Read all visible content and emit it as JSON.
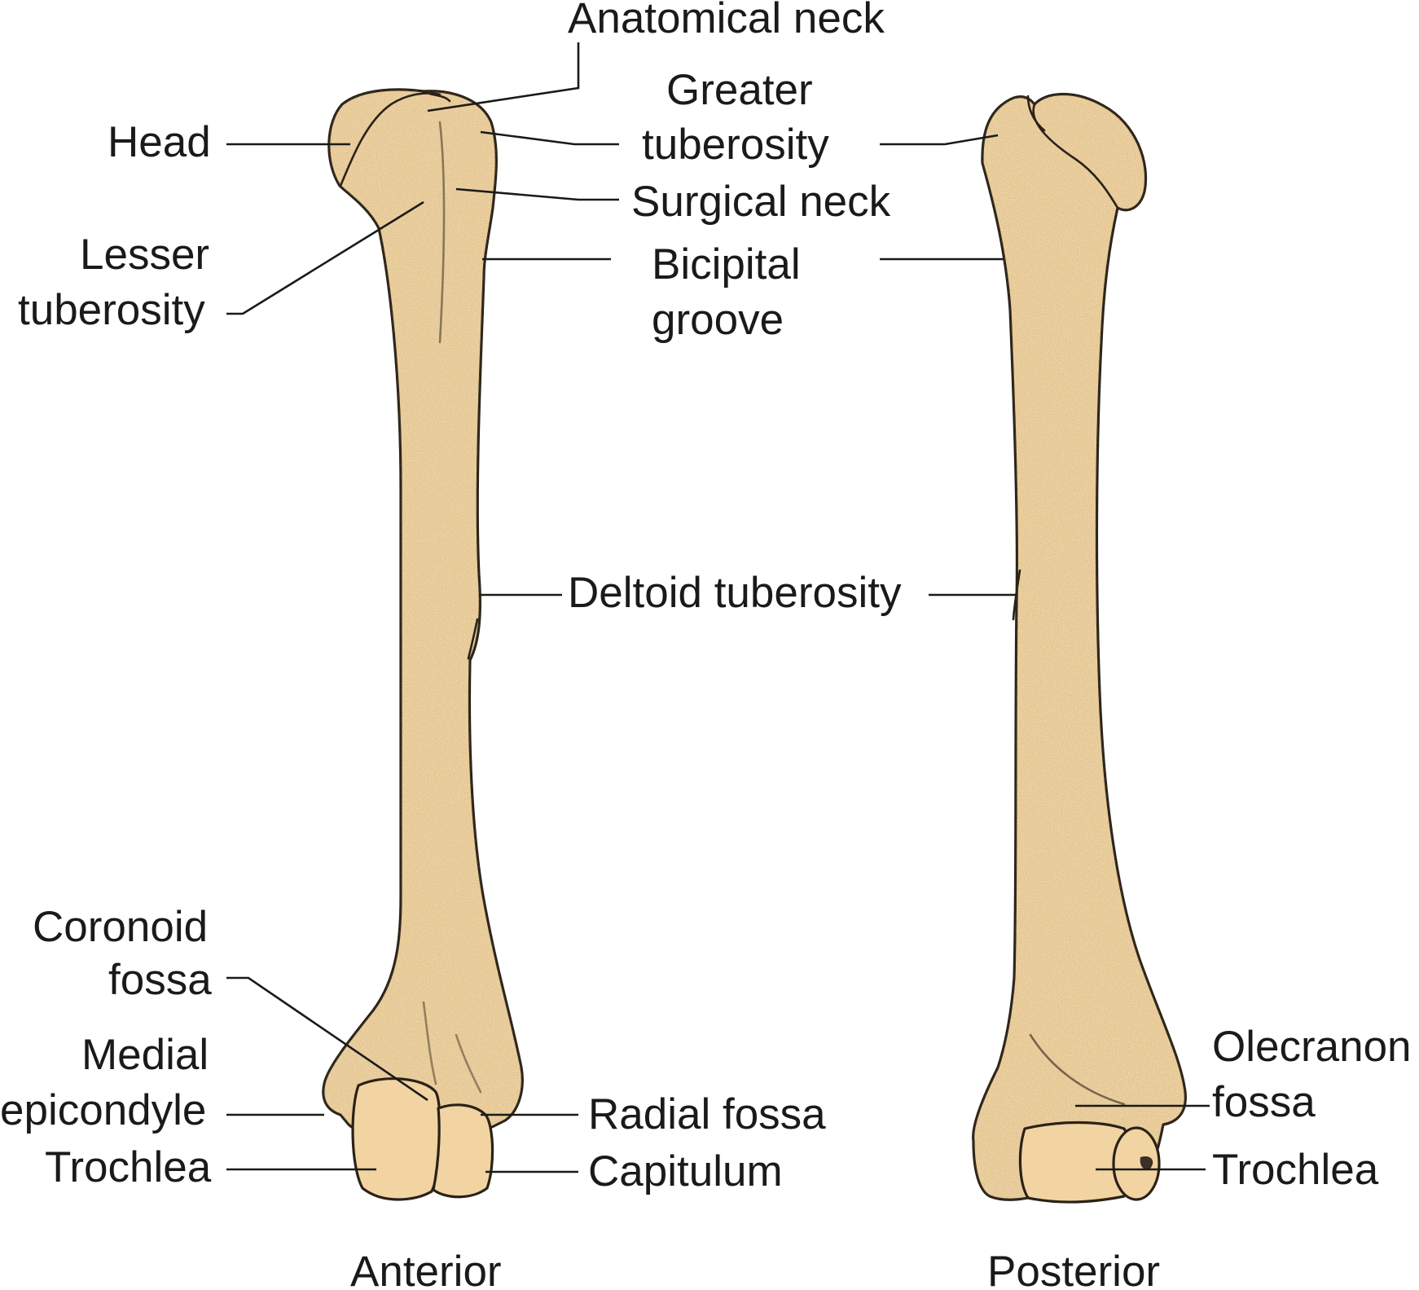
{
  "colors": {
    "bone_fill": "#f1d4a2",
    "bone_outline": "#2a2218",
    "text": "#1a1a1a"
  },
  "views": {
    "anterior": "Anterior",
    "posterior": "Posterior"
  },
  "labels": {
    "anatomical_neck": "Anatomical neck",
    "greater_tuberosity_1": "Greater",
    "greater_tuberosity_2": "tuberosity",
    "head": "Head",
    "surgical_neck": "Surgical neck",
    "lesser_tuberosity_1": "Lesser",
    "lesser_tuberosity_2": "tuberosity",
    "bicipital_groove_1": "Bicipital",
    "bicipital_groove_2": "groove",
    "deltoid_tuberosity": "Deltoid tuberosity",
    "coronoid_fossa_1": "Coronoid",
    "coronoid_fossa_2": "fossa",
    "medial_epicondyle_1": "Medial",
    "medial_epicondyle_2": "epicondyle",
    "trochlea_anterior": "Trochlea",
    "radial_fossa": "Radial fossa",
    "capitulum": "Capitulum",
    "olecranon_fossa_1": "Olecranon",
    "olecranon_fossa_2": "fossa",
    "trochlea_posterior": "Trochlea"
  }
}
